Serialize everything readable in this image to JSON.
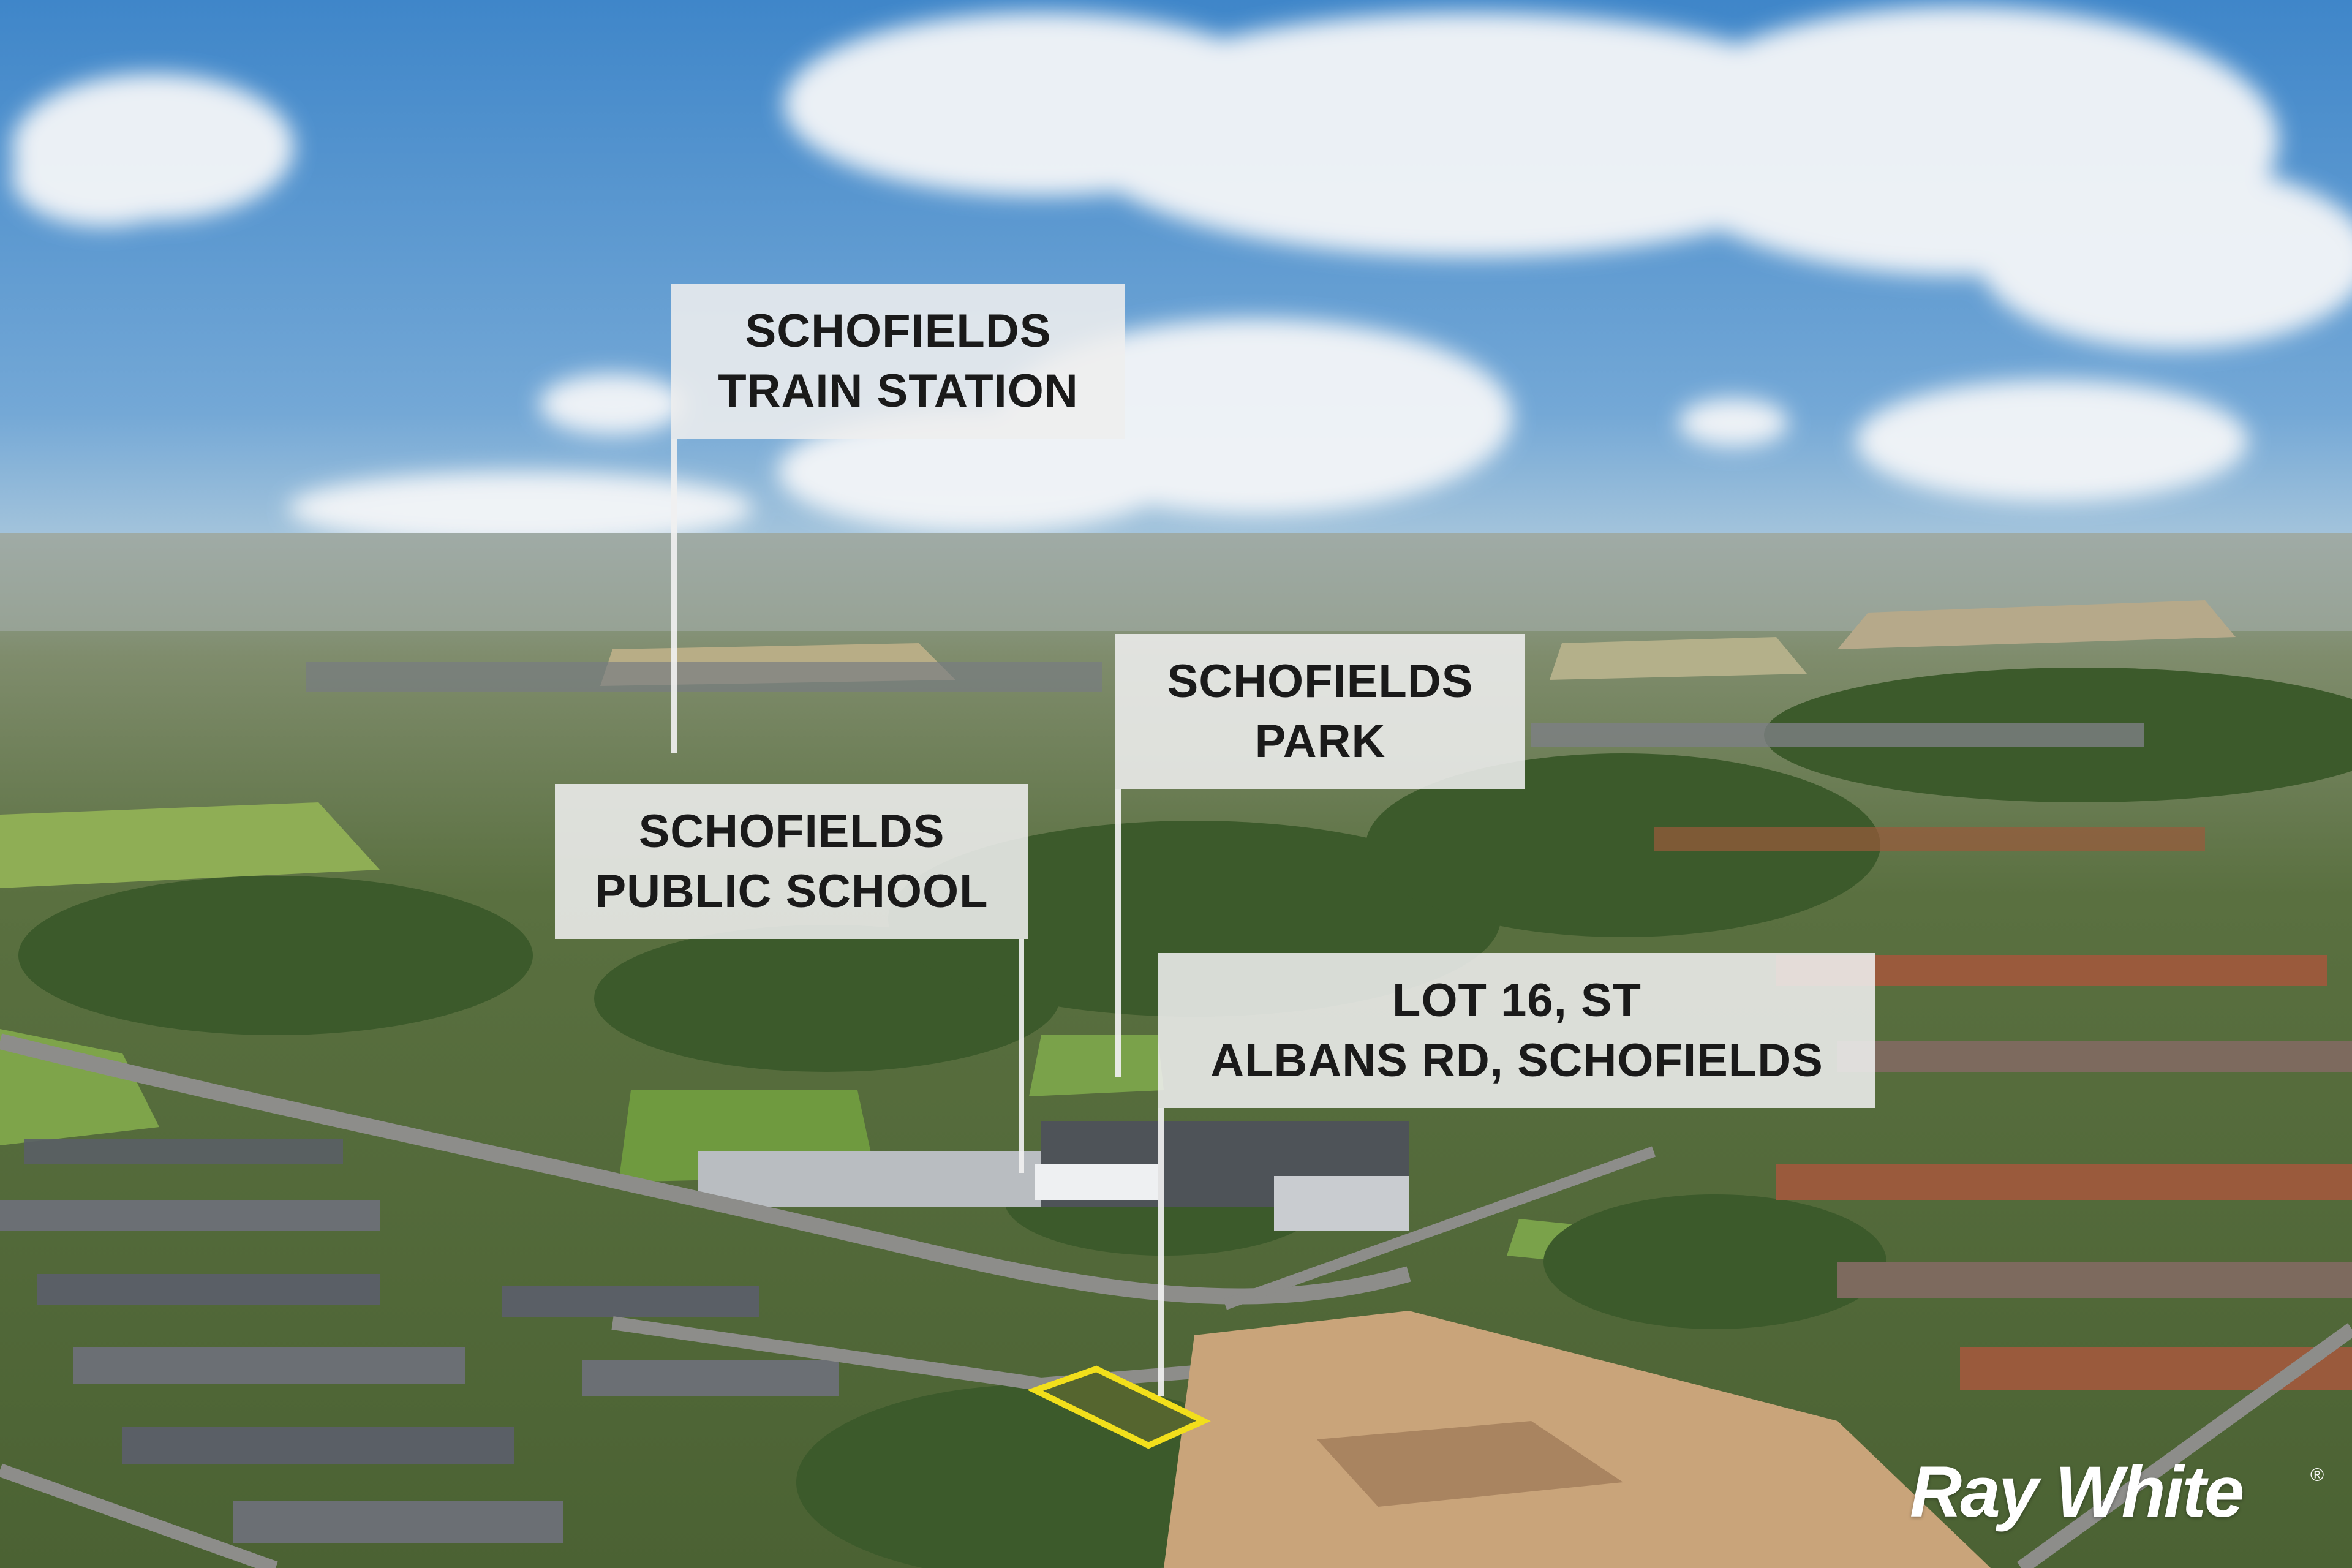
{
  "image": {
    "description": "Aerial photograph of a suburban area with labelled callouts",
    "colors": {
      "sky_top": "#3f86c9",
      "sky_horizon": "#a9c7dc",
      "haze": "#9aa8a3",
      "trees": "#3f5f2e",
      "grass": "#7fa34a",
      "roofs_dark": "#4a4f55",
      "roofs_terracotta": "#9a5a3c",
      "dirt": "#c9a47a",
      "road": "#8d8d8a",
      "lot_outline": "#f2df1b"
    }
  },
  "callouts": {
    "station": {
      "line1": "SCHOFIELDS",
      "line2": "TRAIN STATION"
    },
    "school": {
      "line1": "SCHOFIELDS",
      "line2": "PUBLIC SCHOOL"
    },
    "park": {
      "line1": "SCHOFIELDS",
      "line2": "PARK"
    },
    "lot": {
      "line1": "LOT 16, ST",
      "line2": "ALBANS RD, SCHOFIELDS"
    }
  },
  "brand": {
    "logo_text": "Ray White",
    "registered_mark": "®"
  }
}
